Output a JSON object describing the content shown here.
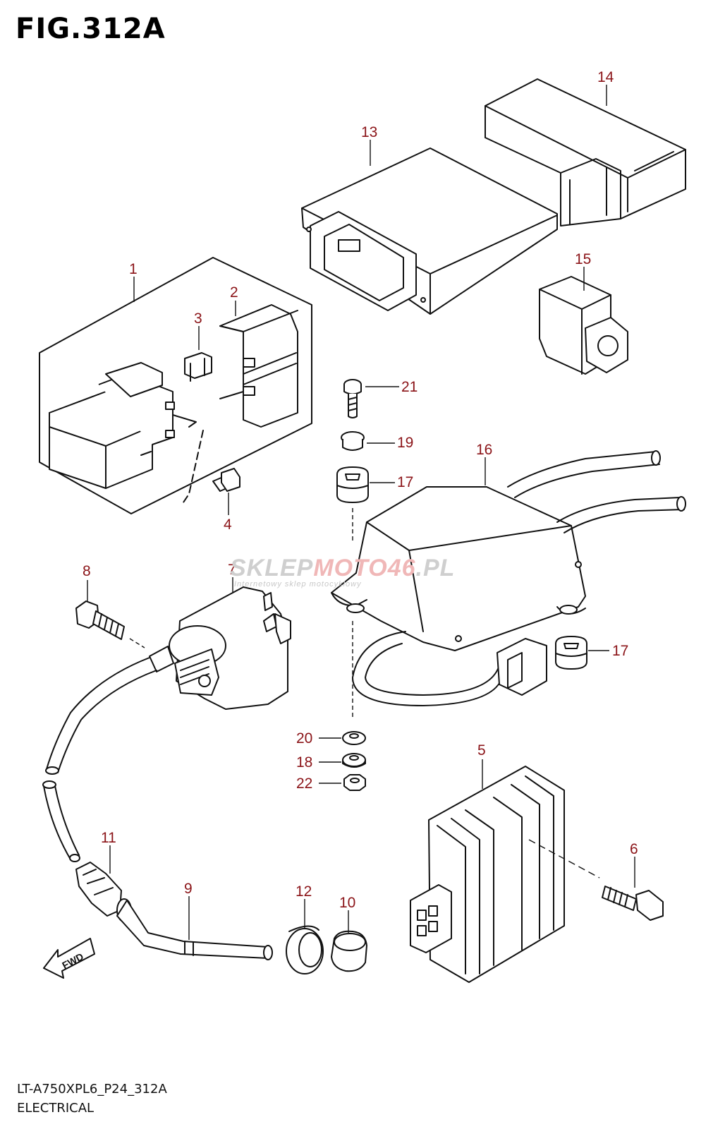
{
  "figure": {
    "title": "FIG.312A"
  },
  "footer": {
    "model_code": "LT-A750XPL6_P24_312A",
    "section": "ELECTRICAL"
  },
  "watermark": {
    "brand_part1": "SKLEP",
    "brand_part2": "MOTO46",
    "brand_part3": ".PL",
    "tagline": "Internetowy sklep motocyklowy"
  },
  "fwd_arrow": {
    "label": "FWD"
  },
  "callouts": [
    "1",
    "2",
    "3",
    "4",
    "5",
    "6",
    "7",
    "8",
    "9",
    "10",
    "11",
    "12",
    "13",
    "14",
    "15",
    "16",
    "17",
    "17",
    "18",
    "19",
    "20",
    "21",
    "22"
  ],
  "colors": {
    "callout": "#8b1418",
    "line": "#111111",
    "background": "#ffffff"
  }
}
